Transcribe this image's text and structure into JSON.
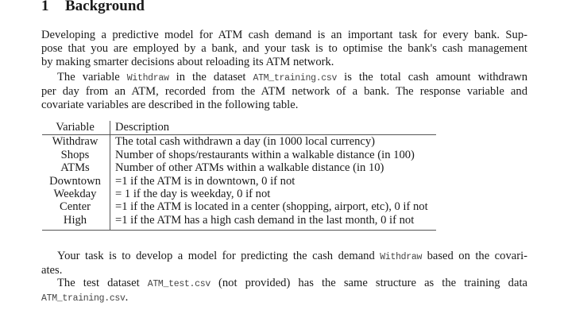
{
  "section": {
    "number": "1",
    "title": "Background"
  },
  "intro": {
    "lines": [
      "Developing a predictive model for ATM cash demand is an important task for every bank. Sup-",
      "pose that you are employed by a bank, and your task is to optimise the bank's cash management",
      "by making smarter decisions about reloading its ATM network."
    ]
  },
  "variable_para": {
    "l1_a": "The variable ",
    "l1_code1": "Withdraw",
    "l1_b": " in the dataset ",
    "l1_code2": "ATM_training.csv",
    "l1_c": " is the total cash amount withdrawn",
    "l2": "per day from an ATM, recorded from the ATM network of a bank. The response variable and",
    "l3": "covariate variables are described in the following table."
  },
  "table": {
    "headers": [
      "Variable",
      "Description"
    ],
    "rows": [
      [
        "Withdraw",
        "The total cash withdrawn a day (in 1000 local currency)"
      ],
      [
        "Shops",
        "Number of shops/restaurants within a walkable distance (in 100)"
      ],
      [
        "ATMs",
        "Number of other ATMs within a walkable distance (in 10)"
      ],
      [
        "Downtown",
        "=1 if the ATM is in downtown, 0 if not"
      ],
      [
        "Weekday",
        "= 1 if the day is weekday, 0 if not"
      ],
      [
        "Center",
        "=1 if the ATM is located in a center (shopping, airport, etc), 0 if not"
      ],
      [
        "High",
        "=1 if the ATM has a high cash demand in the last month, 0 if not"
      ]
    ]
  },
  "task_para": {
    "l1_a": "Your task is to develop a model for predicting the cash demand ",
    "l1_code": "Withdraw",
    "l1_b": " based on the covari-",
    "l2": "ates."
  },
  "test_para": {
    "l1_a": "The test dataset ",
    "l1_code": "ATM_test.csv",
    "l1_b": " (not provided) has the same structure as the training data",
    "l2_code": "ATM_training.csv",
    "l2_b": "."
  }
}
